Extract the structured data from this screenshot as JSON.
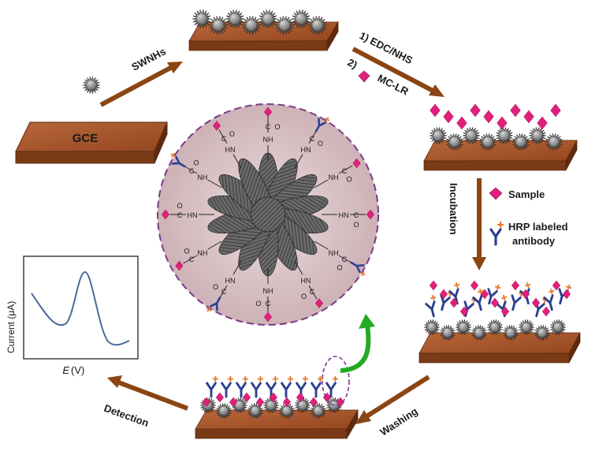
{
  "labels": {
    "gce": "GCE",
    "swnhs": "SWNHs",
    "step1": "1) EDC/NHS",
    "step2_num": "2)",
    "step2_text": "MC-LR",
    "incubation": "Incubation",
    "washing": "Washing",
    "detection": "Detection"
  },
  "legend": {
    "sample": "Sample",
    "antibody_line1": "HRP labeled",
    "antibody_line2": "antibody"
  },
  "plot": {
    "ylabel": "Current (μA)",
    "xlabel_var": "E",
    "xlabel_unit": "(V)"
  },
  "chem": {
    "nh": "NH",
    "hn": "HN",
    "c": "C",
    "o": "O"
  },
  "colors": {
    "substrate": "#a0522d",
    "substrate_dark": "#6b3414",
    "arrow": "#8b4513",
    "sample": "#e0207a",
    "antibody": "#2d3f8f",
    "hrp": "#e8782a",
    "green_arrow": "#22aa22",
    "circle_fill": "#d7c3c6",
    "circle_border": "#7a3a8a",
    "curve": "#4a6a9a"
  }
}
